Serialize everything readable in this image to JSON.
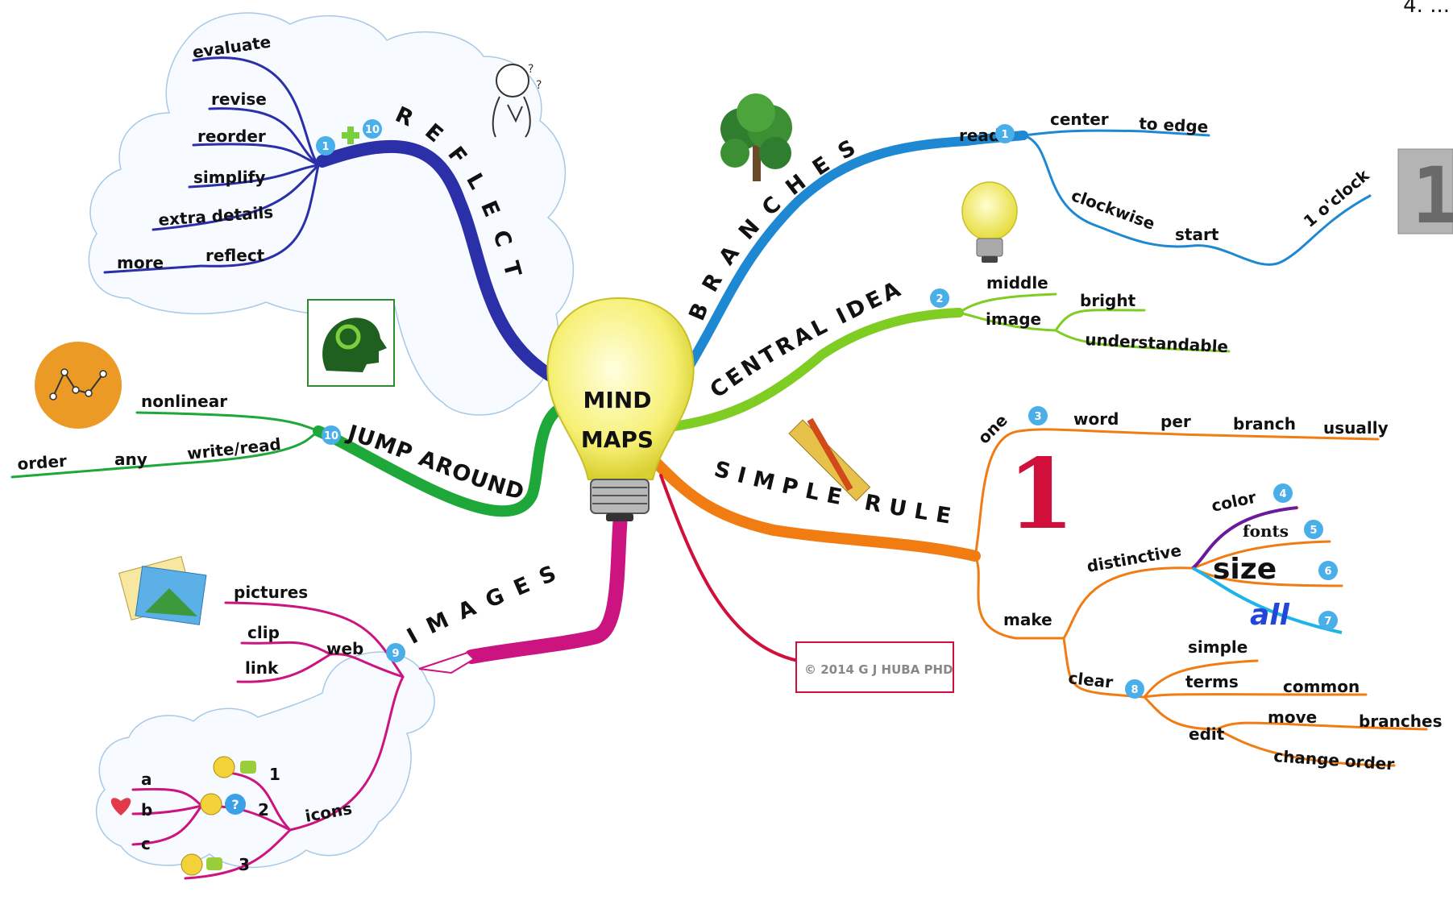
{
  "header": {
    "text": "4. ..."
  },
  "center": {
    "line1": "MIND",
    "line2": "MAPS"
  },
  "copyright": "© 2014 G J HUBA PHD",
  "colors": {
    "reflect": "#2b2fa8",
    "branches": "#1e88d2",
    "central": "#7fcc22",
    "simple": "#f07c12",
    "images": "#cc1480",
    "jump": "#1fa83a",
    "red": "#d0103a",
    "badge": "#4aaee8"
  },
  "branches": [
    {
      "id": "reflect",
      "label": "REFLECT",
      "badges": [
        "1",
        "10"
      ],
      "children": [
        "evaluate",
        "revise",
        "reorder",
        "simplify",
        "extra details",
        "reflect",
        "more"
      ]
    },
    {
      "id": "branches",
      "label": "BRANCHES",
      "children": [
        {
          "label": "read",
          "badge": "1",
          "children": [
            "center",
            "to edge"
          ]
        },
        {
          "label": "clockwise",
          "children": [
            "start",
            "1 o'clock"
          ]
        }
      ]
    },
    {
      "id": "central",
      "label": "CENTRAL IDEA",
      "badge": "2",
      "children": [
        "middle",
        "image",
        "bright",
        "understandable"
      ]
    },
    {
      "id": "simple",
      "label": "SIMPLE RULES",
      "one": {
        "label": "one",
        "badge": "3",
        "children": [
          "word",
          "per",
          "branch",
          "usually"
        ]
      },
      "make": {
        "label": "make",
        "distinctive": {
          "label": "distinctive",
          "items": [
            {
              "label": "color",
              "badge": "4"
            },
            {
              "label": "fonts",
              "badge": "5"
            },
            {
              "label": "size",
              "badge": "6"
            },
            {
              "label": "all",
              "badge": "7"
            }
          ]
        },
        "clear": {
          "label": "clear",
          "badge": "8",
          "children": [
            "simple",
            "terms",
            "common",
            "edit",
            "move",
            "branches",
            "change order"
          ]
        }
      }
    },
    {
      "id": "images",
      "label": "IMAGES",
      "badge": "9",
      "web": {
        "label": "web",
        "children": [
          "pictures",
          "clip",
          "link"
        ]
      },
      "icons": {
        "label": "icons",
        "children": [
          "a",
          "b",
          "c",
          "1",
          "2",
          "3"
        ]
      }
    },
    {
      "id": "jump",
      "label": "JUMP AROUND",
      "badge": "10",
      "children": [
        "nonlinear",
        "write/read",
        "any",
        "order"
      ]
    }
  ],
  "big_number": "1",
  "side_digit": "1",
  "icons": [
    "lightbulb-icon",
    "tree-icon",
    "thinking-person-icon",
    "plus-icon",
    "head-cycle-icon",
    "line-graph-icon",
    "ruler-pencil-icon",
    "picture-icon",
    "pointing-hand-icon",
    "smiley-icon",
    "thumbs-up-icon",
    "question-icon",
    "heart-icon",
    "sad-face-icon",
    "thumbs-down-icon",
    "seven-segment-digit-icon"
  ]
}
